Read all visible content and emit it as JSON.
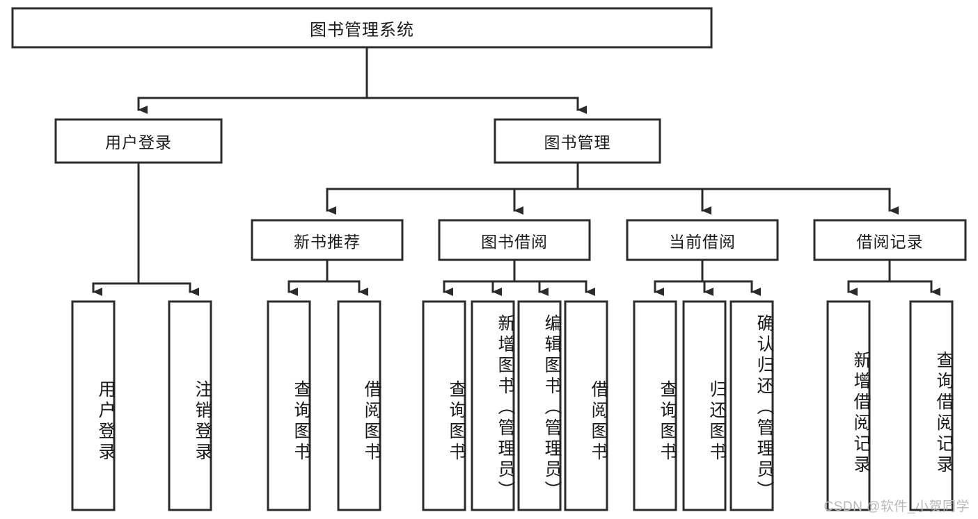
{
  "diagram": {
    "title": "图书管理系统",
    "watermark": "CSDN @软件_小贺同学",
    "colors": {
      "stroke": "#2b2b2b",
      "box_fill": "#ffffff",
      "text": "#1a1a1a",
      "watermark": "#b9b9b9",
      "background": "#ffffff"
    },
    "root": {
      "label": "图书管理系统",
      "orientation": "horizontal"
    },
    "level2": [
      {
        "label": "用户登录",
        "orientation": "horizontal"
      },
      {
        "label": "图书管理",
        "orientation": "horizontal"
      }
    ],
    "level3": [
      {
        "label": "新书推荐",
        "orientation": "horizontal"
      },
      {
        "label": "图书借阅",
        "orientation": "horizontal"
      },
      {
        "label": "当前借阅",
        "orientation": "horizontal"
      },
      {
        "label": "借阅记录",
        "orientation": "horizontal"
      }
    ],
    "leaves": {
      "user_login": [
        {
          "label": "用户登录",
          "orientation": "vertical"
        },
        {
          "label": "注销登录",
          "orientation": "vertical"
        }
      ],
      "new_book_recommend": [
        {
          "label": "查询图书",
          "orientation": "vertical"
        },
        {
          "label": "借阅图书",
          "orientation": "vertical"
        }
      ],
      "book_borrow": [
        {
          "label": "查询图书",
          "orientation": "vertical"
        },
        {
          "label": "新增图书（管理员）",
          "orientation": "vertical"
        },
        {
          "label": "编辑图书（管理员）",
          "orientation": "vertical"
        },
        {
          "label": "借阅图书",
          "orientation": "vertical"
        }
      ],
      "current_borrow": [
        {
          "label": "查询图书",
          "orientation": "vertical"
        },
        {
          "label": "归还图书",
          "orientation": "vertical"
        },
        {
          "label": "确认归还（管理员）",
          "orientation": "vertical"
        }
      ],
      "borrow_record": [
        {
          "label": "新增借阅记录",
          "orientation": "vertical"
        },
        {
          "label": "查询借阅记录",
          "orientation": "vertical"
        }
      ]
    }
  }
}
